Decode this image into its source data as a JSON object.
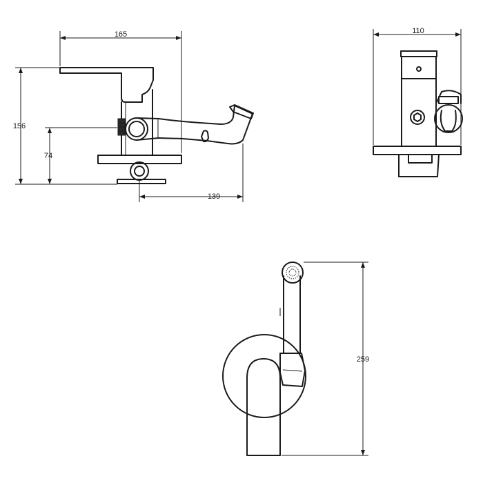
{
  "dimensions": {
    "front_width": "165",
    "front_height": "156",
    "front_inlet_height": "74",
    "front_spout_reach": "139",
    "side_width": "110",
    "top_length": "259"
  },
  "colors": {
    "line": "#1a1a1a",
    "background": "#ffffff",
    "knob": "#2a2a2a"
  }
}
